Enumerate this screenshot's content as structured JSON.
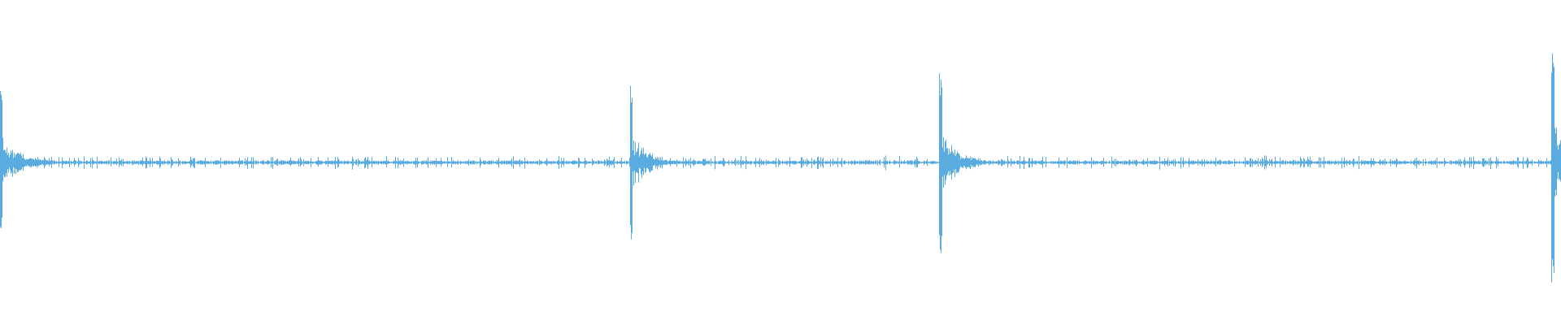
{
  "waveform": {
    "color": "#5aabe0",
    "duration_relative": 1.0,
    "transients": [
      {
        "time": 0.0,
        "peak": 0.44,
        "decay": 0.035
      },
      {
        "time": 0.404,
        "peak": 0.52,
        "decay": 0.03
      },
      {
        "time": 0.602,
        "peak": 0.57,
        "decay": 0.032
      },
      {
        "time": 0.9945,
        "peak": 0.74,
        "decay": 0.03
      }
    ],
    "noise_floor": 0.012,
    "noise_blips": 0.035
  }
}
